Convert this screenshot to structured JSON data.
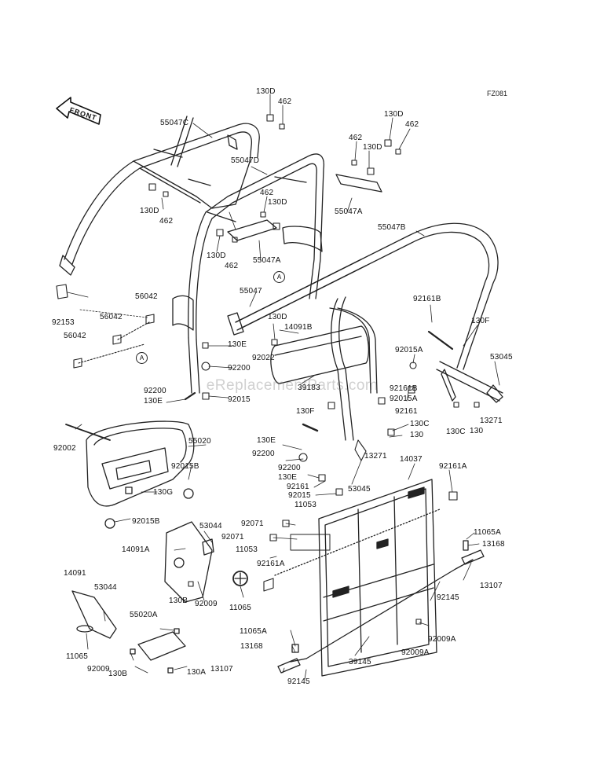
{
  "diagram": {
    "code": "FZ081",
    "front_label": "FRONT",
    "watermark": "eReplacementParts.com",
    "callout_ref": "A"
  },
  "labels": {
    "p_55047c": "55047C",
    "p_130d_a": "130D",
    "p_462_a": "462",
    "p_130d_b": "130D",
    "p_462_b": "462",
    "p_462_c": "462",
    "p_130d_c": "130D",
    "p_55047d": "55047D",
    "p_130d_d": "130D",
    "p_462_d": "462",
    "p_462_e": "462",
    "p_130d_e": "130D",
    "p_55047a_a": "55047A",
    "p_55047b": "55047B",
    "p_130d_f": "130D",
    "p_462_f": "462",
    "p_55047a_b": "55047A",
    "p_55047": "55047",
    "p_56042_a": "56042",
    "p_56042_b": "56042",
    "p_56042_c": "56042",
    "p_92153": "92153",
    "p_130d_g": "130D",
    "p_14091b": "14091B",
    "p_130e_a": "130E",
    "p_92022": "92022",
    "p_92200_a": "92200",
    "p_39183": "39183",
    "p_92161b_a": "92161B",
    "p_130f_a": "130F",
    "p_92015a_a": "92015A",
    "p_53045_a": "53045",
    "p_92200_b": "92200",
    "p_130e_b": "130E",
    "p_92015_a": "92015",
    "p_92161b_b": "92161B",
    "p_92015a_b": "92015A",
    "p_92161_a": "92161",
    "p_130c_a": "130C",
    "p_13271_a": "13271",
    "p_130_a": "130",
    "p_92002": "92002",
    "p_55020": "55020",
    "p_130f_b": "130F",
    "p_130e_c": "130E",
    "p_130c_b": "130C",
    "p_130_b": "130",
    "p_92200_c": "92200",
    "p_13271_b": "13271",
    "p_14037": "14037",
    "p_92161a_a": "92161A",
    "p_92015b_a": "92015B",
    "p_92200_d": "92200",
    "p_130e_d": "130E",
    "p_92161_b": "92161",
    "p_92015_b": "92015",
    "p_53045_b": "53045",
    "p_130g": "130G",
    "p_92015b_b": "92015B",
    "p_11053_a": "11053",
    "p_92071_a": "92071",
    "p_53044_a": "53044",
    "p_92071_b": "92071",
    "p_11053_b": "11053",
    "p_11065a_a": "11065A",
    "p_13168_a": "13168",
    "p_14091a": "14091A",
    "p_92161a_b": "92161A",
    "p_13107_a": "13107",
    "p_14091": "14091",
    "p_53044_b": "53044",
    "p_130b_a": "130B",
    "p_92009_a": "92009",
    "p_11065_a": "11065",
    "p_92145_a": "92145",
    "p_55020a": "55020A",
    "p_92009a_a": "92009A",
    "p_11065_b": "11065",
    "p_92009_b": "92009",
    "p_11065a_b": "11065A",
    "p_13168_b": "13168",
    "p_92009a_b": "92009A",
    "p_130b_b": "130B",
    "p_130a": "130A",
    "p_39145": "39145",
    "p_13107_b": "13107",
    "p_92145_b": "92145"
  }
}
